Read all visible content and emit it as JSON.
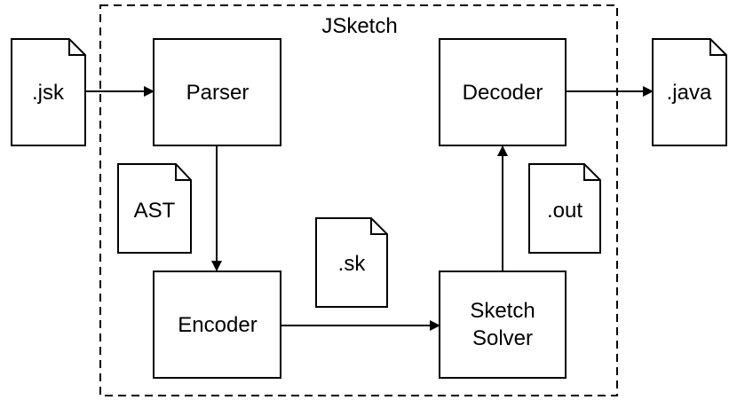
{
  "diagram": {
    "title": "JSketch",
    "components": {
      "parser": "Parser",
      "encoder": "Encoder",
      "decoder": "Decoder",
      "solver_line1": "Sketch",
      "solver_line2": "Solver"
    },
    "files": {
      "jsk": ".jsk",
      "ast": "AST",
      "sk": ".sk",
      "out": ".out",
      "java": ".java"
    }
  }
}
